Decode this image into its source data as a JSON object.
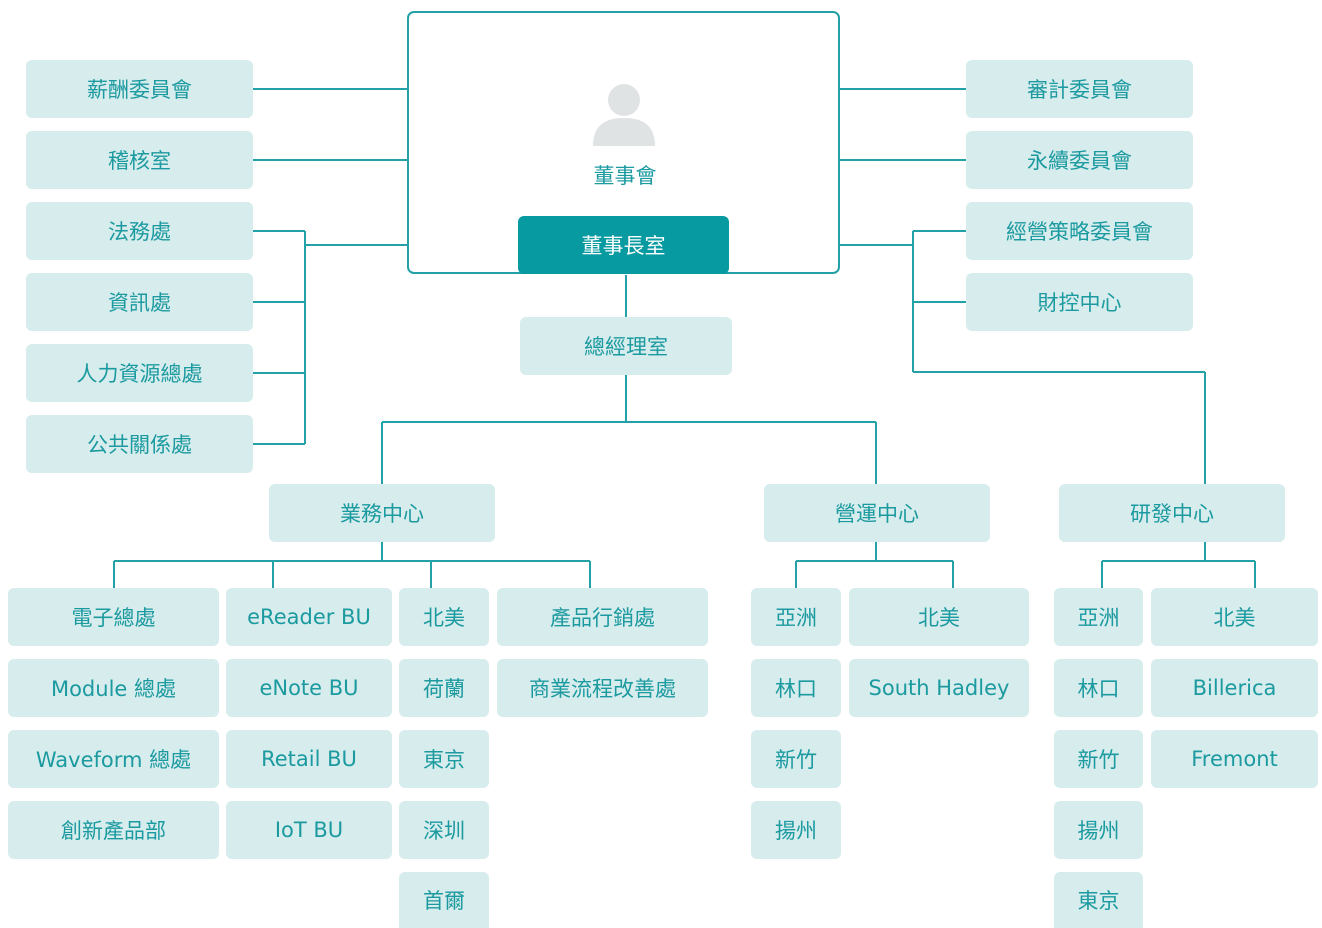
{
  "colors": {
    "box_fill": "#d7ecec",
    "box_text": "#1b9aa0",
    "accent": "#079aa0",
    "line": "#23a1a7"
  },
  "board": {
    "label": "董事會",
    "icon": "person-avatar-icon"
  },
  "chairman_office": "董事長室",
  "gm_office": "總經理室",
  "left_committees": [
    "薪酬委員會",
    "稽核室"
  ],
  "left_depts": [
    "法務處",
    "資訊處",
    "人力資源總處",
    "公共關係處"
  ],
  "right_committees": [
    "審計委員會",
    "永續委員會"
  ],
  "right_units": [
    "經營策略委員會",
    "財控中心"
  ],
  "centers": {
    "business": "業務中心",
    "operations": "營運中心",
    "rnd": "研發中心"
  },
  "business": {
    "col1": [
      "電子總處",
      "Module 總處",
      "Waveform 總處",
      "創新產品部"
    ],
    "col2": [
      "eReader BU",
      "eNote BU",
      "Retail BU",
      "IoT BU"
    ],
    "col3": [
      "北美",
      "荷蘭",
      "東京",
      "深圳",
      "首爾"
    ],
    "col4": [
      "產品行銷處",
      "商業流程改善處"
    ]
  },
  "operations": {
    "col1": [
      "亞洲",
      "林口",
      "新竹",
      "揚州"
    ],
    "col2": [
      "北美",
      "South Hadley"
    ]
  },
  "rnd": {
    "col1": [
      "亞洲",
      "林口",
      "新竹",
      "揚州",
      "東京"
    ],
    "col2": [
      "北美",
      "Billerica",
      "Fremont"
    ]
  }
}
